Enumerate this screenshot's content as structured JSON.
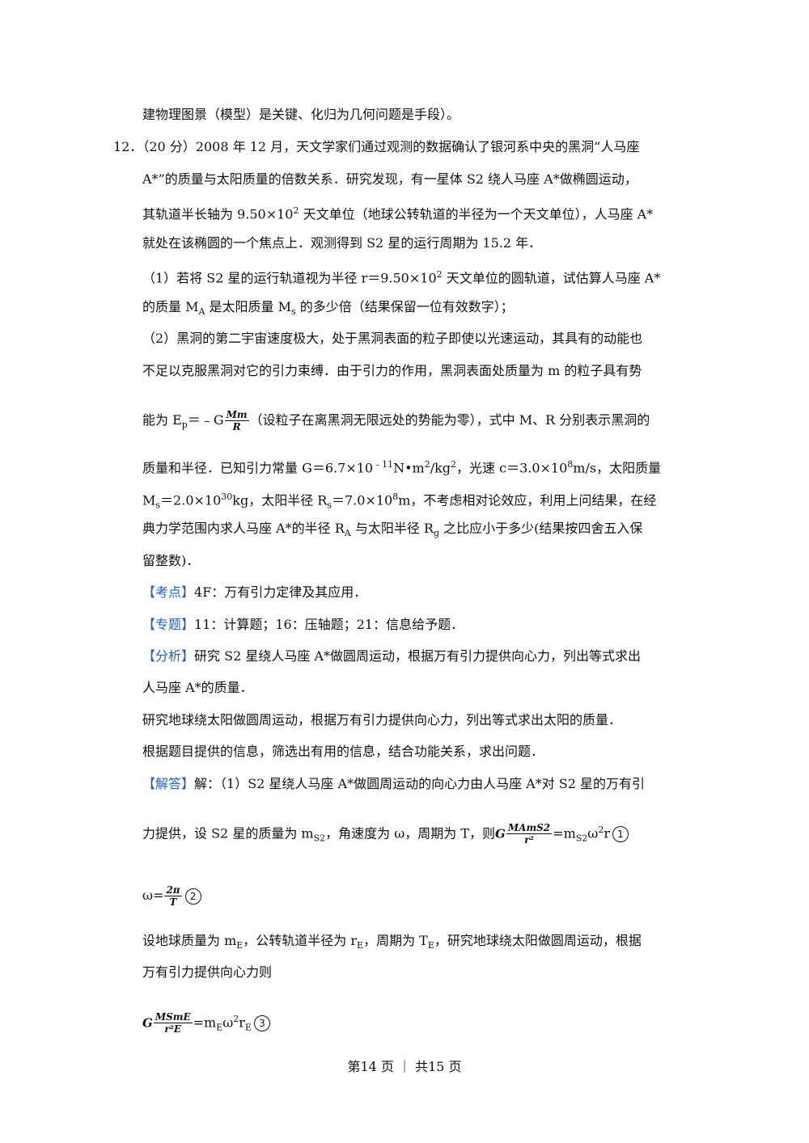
{
  "lines": {
    "l1": "建物理图景（模型）是关键、化归为几何问题是手段）。",
    "q_num": "12．",
    "q1": "（20 分）2008 年 12 月，天文学家们通过观测的数据确认了银河系中央的黑洞“人马座",
    "q2": "A*”的质量与太阳质量的倍数关系．研究发现，有一星体 S2 绕人马座 A*做椭圆运动，",
    "q3a": "其轨道半长轴为 9.50×10",
    "q3sup": "2",
    "q3b": " 天文单位（地球公转轨道的半径为一个天文单位），人马座 A*",
    "q4": "就处在该椭圆的一个焦点上．观测得到 S2 星的运行周期为 15.2 年．",
    "p1a": "（1）若将 S2 星的运行轨道视为半径 r＝9.50×10",
    "p1sup": "2",
    "p1b": " 天文单位的圆轨道，试估算人马座 A*",
    "p2a": "的质量 M",
    "p2sub1": "A",
    "p2b": " 是太阳质量 M",
    "p2sub2": "s",
    "p2c": " 的多少倍（结果保留一位有效数字）；",
    "p3": "（2）黑洞的第二宇宙速度极大，处于黑洞表面的粒子即使以光速运动，其具有的动能也",
    "p4": "不足以克服黑洞对它的引力束缚．由于引力的作用，黑洞表面处质量为 m 的粒子具有势",
    "p5a": "能为 E",
    "p5sub": "p",
    "p5b": "＝﹣G",
    "p5num": "Mm",
    "p5den": "R",
    "p5c": "（设粒子在离黑洞无限远处的势能为零），式中 M、R 分别表示黑洞的",
    "p6a": "质量和半径．已知引力常量 G＝6.7×10",
    "p6sup1": "﹣11",
    "p6b": "N•m",
    "p6sup2": "2",
    "p6c": "/kg",
    "p6sup3": "2",
    "p6d": "，光速 c＝3.0×10",
    "p6sup4": "8",
    "p6e": "m/s，太阳质量",
    "p7a": "M",
    "p7sub1": "s",
    "p7b": "＝2.0×10",
    "p7sup1": "30",
    "p7c": "kg，太阳半径 R",
    "p7sub2": "s",
    "p7d": "＝7.0×10",
    "p7sup2": "8",
    "p7e": "m，不考虑相对论效应，利用上问结果，在经",
    "p8a": "典力学范围内求人马座 A*的半径 R",
    "p8sub1": "A",
    "p8b": " 与太阳半径 R",
    "p8sub2": "g",
    "p8c": " 之比应小于多少(结果按四舍五入保",
    "p9": "留整数)．",
    "kd_tag": "【考点】",
    "kd": "4F：万有引力定律及其应用．",
    "zt_tag": "【专题】",
    "zt": "11：计算题；16：压轴题；21：信息给予题．",
    "fx_tag": "【分析】",
    "fx1": "研究 S2 星绕人马座 A*做圆周运动，根据万有引力提供向心力，列出等式求出",
    "fx2": "人马座 A*的质量．",
    "fx3": "研究地球绕太阳做圆周运动，根据万有引力提供向心力，列出等式求出太阳的质量．",
    "fx4": "根据题目提供的信息，筛选出有用的信息，结合功能关系，求出问题．",
    "jd_tag": "【解答】",
    "jd1": "解：（1）S2 星绕人马座 A*做圆周运动的向心力由人马座 A*对 S2 星的万有引",
    "jd2a": "力提供，设 S2 星的质量为 m",
    "jd2sub1": "S2",
    "jd2b": "，角速度为 ω，周期为 T，则",
    "jd2G": "G",
    "jd2num": "Mₐmₛ₂",
    "jd2num_plain": "MAmS2",
    "jd2den": "r²",
    "jd2c": "=m",
    "jd2sub2": "S2",
    "jd2d": "ω",
    "jd2sup": "2",
    "jd2e": "r",
    "c1": "1",
    "w_a": "ω=",
    "w_num": "2π",
    "w_den": "T",
    "c2": "2",
    "e1a": "设地球质量为 m",
    "e1sub1": "E",
    "e1b": "，公转轨道半径为 r",
    "e1sub2": "E",
    "e1c": "，周期为 T",
    "e1sub3": "E",
    "e1d": "，研究地球绕太阳做圆周运动，根据",
    "e2": "万有引力提供向心力则",
    "e3G": "G",
    "e3num": "MSmE",
    "e3den": "r²E",
    "e3a": "=m",
    "e3sub1": "E",
    "e3b": "ω",
    "e3sup": "2",
    "e3c": "r",
    "e3sub2": "E",
    "c3": "3"
  },
  "footer": {
    "text": "第14 页 ｜ 共15 页"
  },
  "colors": {
    "tag": "#1f5fbf",
    "text": "#111111"
  }
}
